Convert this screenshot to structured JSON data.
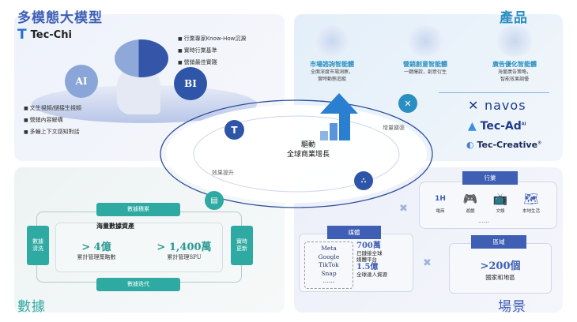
{
  "sections": {
    "model": "多模態大模型",
    "product": "產品",
    "data": "數據",
    "scene": "場景"
  },
  "model": {
    "brand": "Tec-Chi",
    "ai": "AI",
    "bi": "BI",
    "bi_points": [
      "行業專家Know-How沉澱",
      "實時行業基準",
      "營銷最佳實踐"
    ],
    "ai_points": [
      "文生視頻/鏈接生視頻",
      "營銷內容解構",
      "多輪上下文感知對話"
    ]
  },
  "products": {
    "agents": [
      {
        "name": "市場諮詢智能體",
        "desc1": "全面深度市場洞察，",
        "desc2": "實時動態追蹤"
      },
      {
        "name": "營銷創意智能體",
        "desc1": "一鍵爆款，創意衍生",
        "desc2": ""
      },
      {
        "name": "廣告優化智能體",
        "desc1": "海量廣告策略，",
        "desc2": "智能效果調優"
      }
    ],
    "brands": [
      "navos",
      "Tec-Ad",
      "Tec-Creative"
    ],
    "tec_ad_sup": "AI",
    "tec_creative_sup": "®"
  },
  "center": {
    "line1": "驅動",
    "line2": "全球商業增長",
    "expand": "增量擴張",
    "improve": "效果提升"
  },
  "data": {
    "top": "數據積累",
    "left": "數據清洗",
    "right": "實時更新",
    "bottom": "數據迭代",
    "heading": "海量數據資產",
    "stat1_value": "> 4億",
    "stat1_label": "累計管理策略數",
    "stat2_value": "> 1,400萬",
    "stat2_label": "累計管理SPU"
  },
  "scene": {
    "industry_title": "行業",
    "industries": [
      {
        "icon": "1H",
        "label": "電商"
      },
      {
        "icon": "🎮",
        "label": "遊戲"
      },
      {
        "icon": "📺",
        "label": "文娛"
      },
      {
        "icon": "🗺",
        "label": "本地生活"
      }
    ],
    "ellipsis": "……",
    "media_title": "媒體",
    "media": [
      "Meta",
      "Google",
      "TikTok",
      "Snap",
      "……"
    ],
    "media_stat1": "700萬",
    "media_stat1_label1": "已鏈接全球",
    "media_stat1_label2": "媒體平台",
    "media_stat2": "1.5億",
    "media_stat2_label": "全球達人資源",
    "region_title": "區域",
    "region_value": ">200個",
    "region_label": "國家和地區"
  },
  "colors": {
    "blue": "#3f5fb5",
    "teal": "#2eaaa2",
    "sky": "#2a8fc0"
  }
}
